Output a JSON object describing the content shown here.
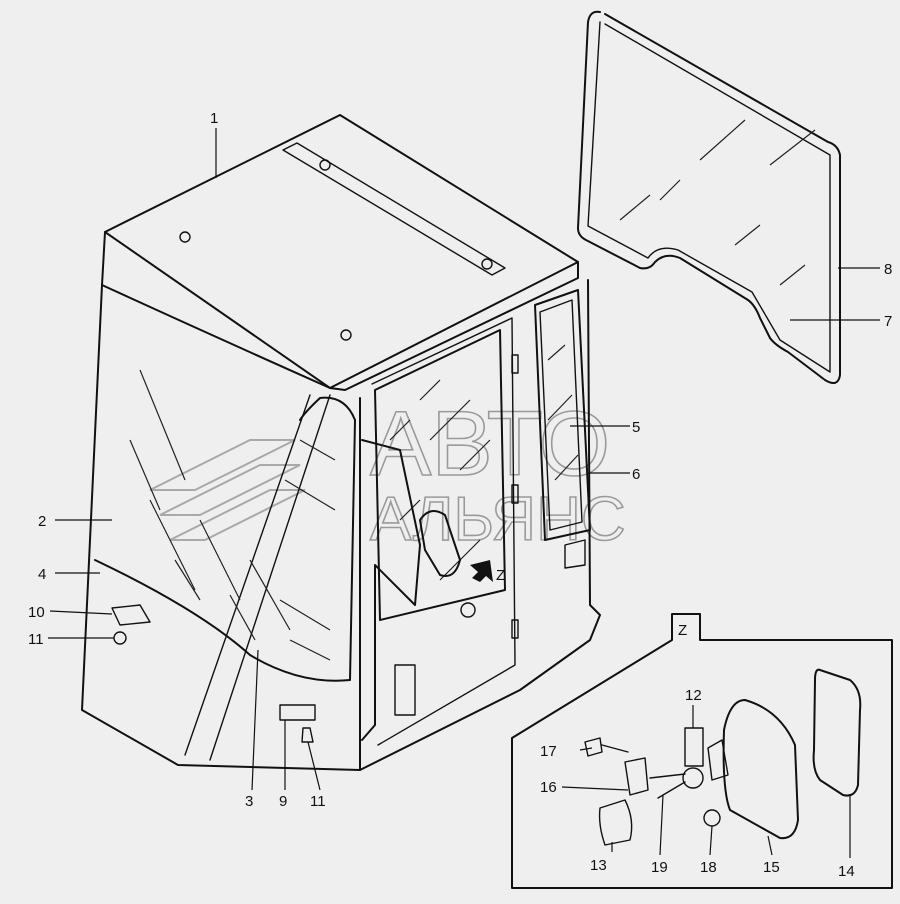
{
  "watermark": {
    "line1": "АВТО",
    "line2": "АЛЬЯНС"
  },
  "inset": {
    "view_label": "Z"
  },
  "view_arrow_label": "Z",
  "callouts": {
    "c1": "1",
    "c2": "2",
    "c3": "3",
    "c4": "4",
    "c5": "5",
    "c6": "6",
    "c7": "7",
    "c8": "8",
    "c9": "9",
    "c10": "10",
    "c11a": "11",
    "c11b": "11",
    "c12": "12",
    "c13": "13",
    "c14": "14",
    "c15": "15",
    "c16": "16",
    "c17": "17",
    "c18": "18",
    "c19": "19"
  }
}
